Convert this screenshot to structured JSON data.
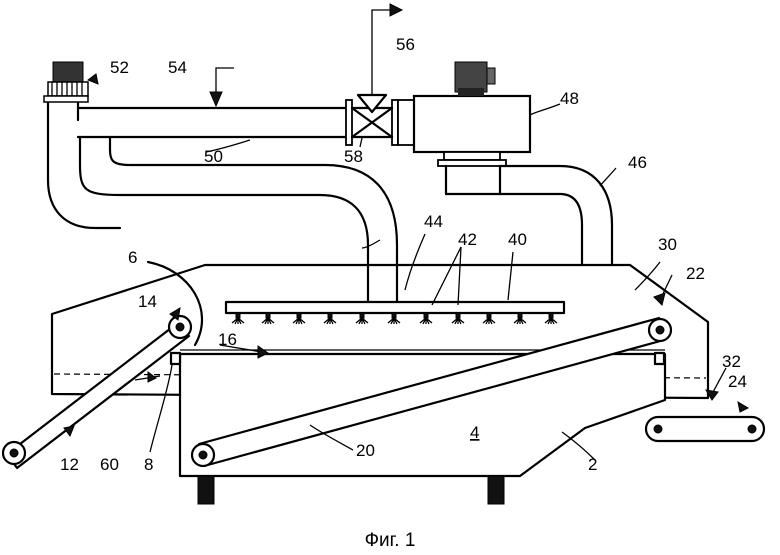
{
  "figure": {
    "caption": "Фиг. 1"
  },
  "labels": {
    "l2": "2",
    "l4": "4",
    "l6": "6",
    "l8": "8",
    "l12": "12",
    "l14": "14",
    "l16": "16",
    "l20": "20",
    "l22": "22",
    "l24": "24",
    "l30": "30",
    "l32": "32",
    "l40": "40",
    "l42": "42",
    "l44": "44",
    "l46": "46",
    "l48": "48",
    "l50": "50",
    "l52": "52",
    "l54": "54",
    "l56": "56",
    "l58": "58",
    "l60": "60"
  }
}
